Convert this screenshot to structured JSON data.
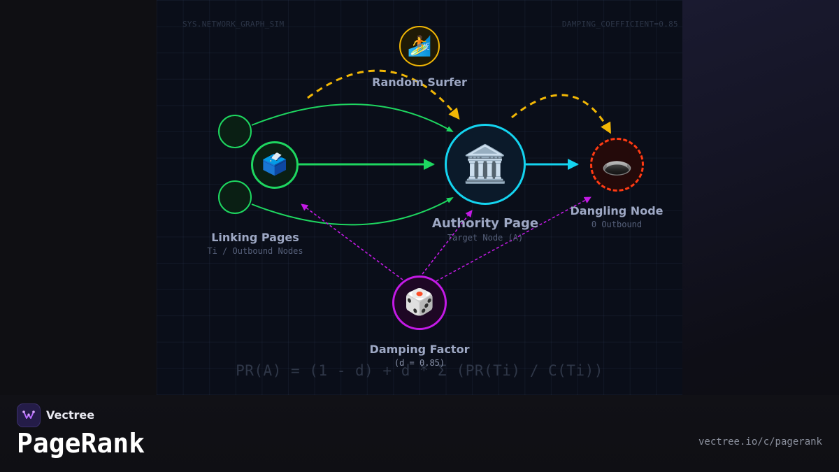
{
  "header": {
    "left_tag": "SYS.NETWORK_GRAPH_SIM",
    "right_tag": "DAMPING_COEFFICIENT=0.85"
  },
  "nodes": {
    "random_surfer": {
      "icon": "surfer-icon",
      "glyph": "🏄",
      "label": "Random Surfer",
      "color": "#f2b705"
    },
    "linking_pages": {
      "icon": "ballot-box-icon",
      "glyph": "🗳️",
      "label": "Linking Pages",
      "sublabel": "Ti / Outbound Nodes",
      "color": "#1ed760"
    },
    "authority_page": {
      "icon": "classical-building-icon",
      "glyph": "🏛️",
      "label": "Authority Page",
      "sublabel": "Target Node (A)",
      "color": "#14d4f0"
    },
    "dangling_node": {
      "icon": "hole-icon",
      "glyph": "🕳️",
      "label": "Dangling Node",
      "sublabel": "0 Outbound",
      "color": "#ff3b14"
    },
    "damping_factor": {
      "icon": "dice-icon",
      "glyph": "🎲",
      "label": "Damping Factor",
      "sublabel": "(d = 0.85)",
      "color": "#c41ae6"
    }
  },
  "formula": "PR(A) = (1 - d) + d * Σ (PR(Ti) / C(Ti))",
  "footer": {
    "brand": "Vectree",
    "title": "PageRank",
    "url": "vectree.io/c/pagerank"
  }
}
